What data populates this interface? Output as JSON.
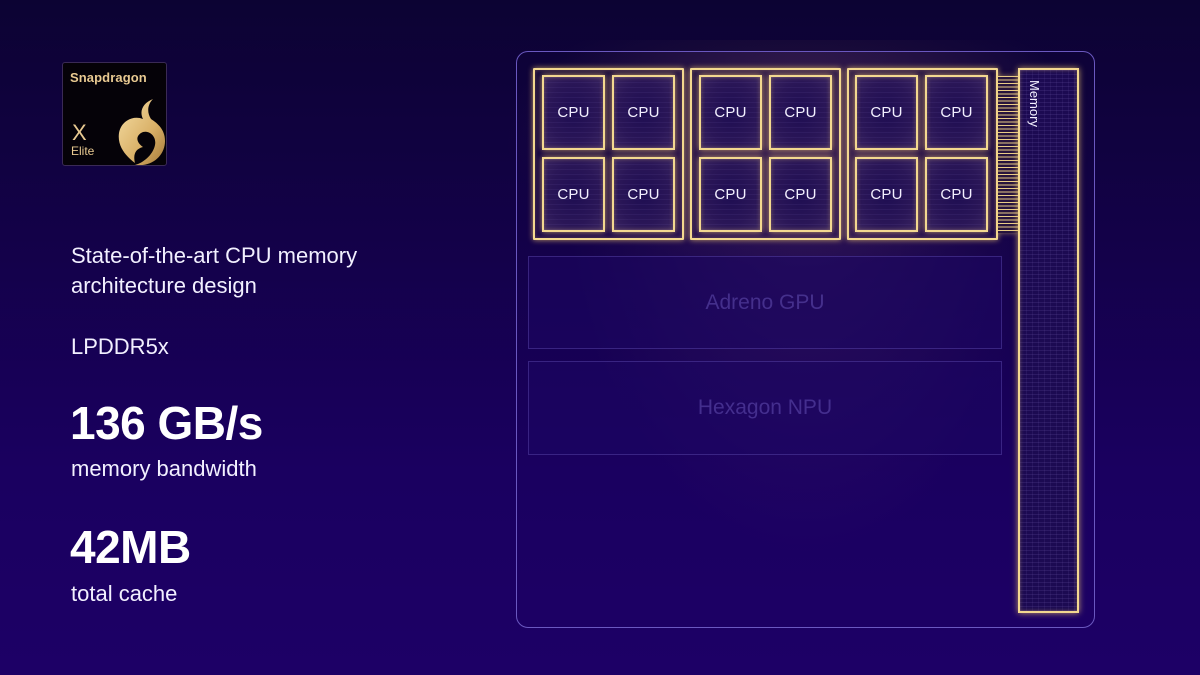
{
  "logo": {
    "brand": "Snapdragon",
    "model": "X",
    "tier": "Elite",
    "icon": "snapdragon-flame-icon"
  },
  "text": {
    "headline": "State-of-the-art CPU memory architecture design",
    "memory_type": "LPDDR5x"
  },
  "stats": [
    {
      "value": "136 GB/s",
      "label": "memory bandwidth"
    },
    {
      "value": "42MB",
      "label": "total cache"
    }
  ],
  "diagram": {
    "clusters": [
      {
        "cores": [
          "CPU",
          "CPU",
          "CPU",
          "CPU"
        ]
      },
      {
        "cores": [
          "CPU",
          "CPU",
          "CPU",
          "CPU"
        ]
      },
      {
        "cores": [
          "CPU",
          "CPU",
          "CPU",
          "CPU"
        ]
      }
    ],
    "memory_label": "Memory",
    "gpu_label": "Adreno GPU",
    "npu_label": "Hexagon NPU"
  },
  "colors": {
    "background_top": "#0c0333",
    "background_bottom": "#1d0066",
    "gold_highlight": "#f3d890",
    "die_outline": "#6a58c0"
  }
}
